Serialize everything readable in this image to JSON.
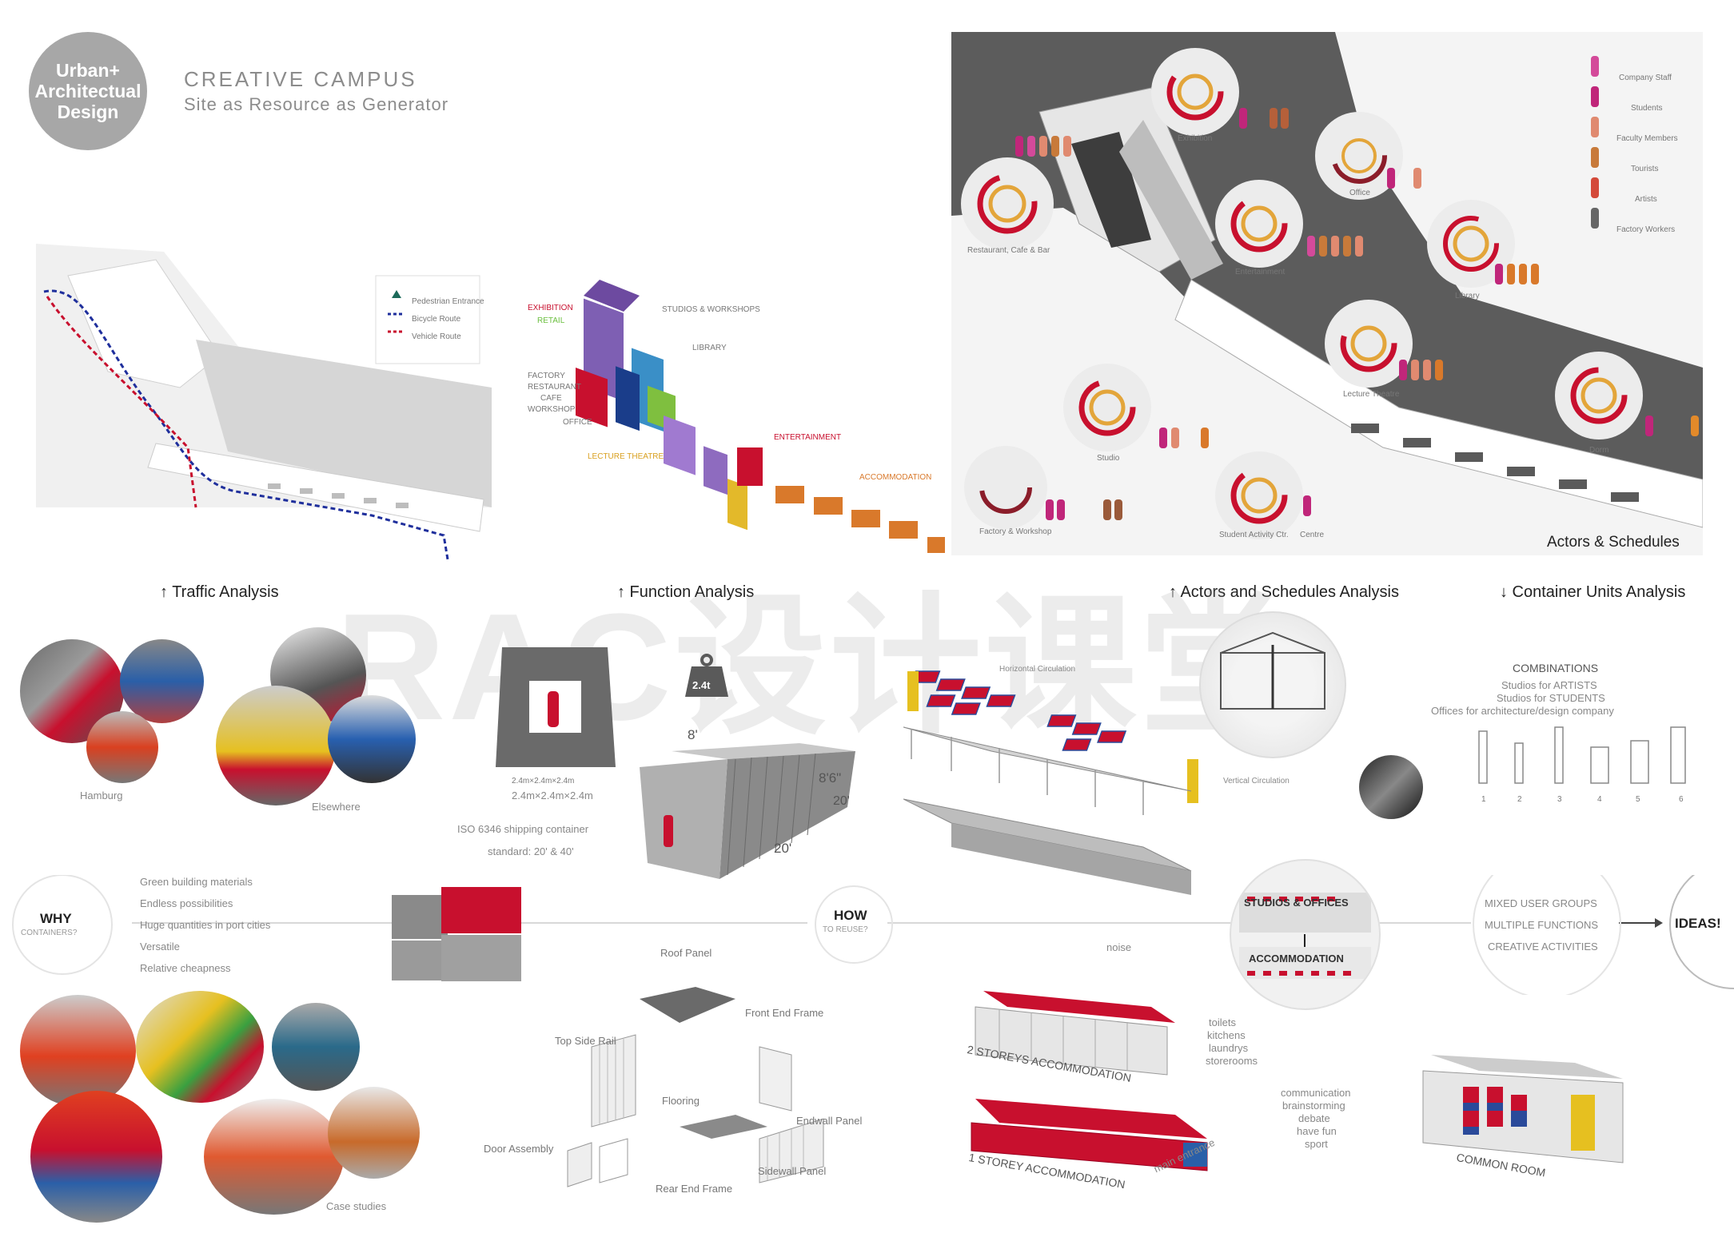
{
  "header": {
    "logo_line1": "Urban+",
    "logo_line2": "Architectual",
    "logo_line3": "Design",
    "title": "CREATIVE  CAMPUS",
    "subtitle": "Site  as  Resource  as  Generator"
  },
  "captions": {
    "traffic": "↑ Traffic Analysis",
    "function": "↑ Function Analysis",
    "actors": "↑ Actors and Schedules Analysis",
    "containers": "↓ Container Units Analysis",
    "actors_map": "Actors & Schedules"
  },
  "traffic_legend": [
    "Pedestrian Entrance",
    "Bicycle Route",
    "Vehicle Route"
  ],
  "function_labels": {
    "exhibition": "EXHIBITION",
    "retail": "RETAIL",
    "studios": "STUDIOS & WORKSHOPS",
    "library": "LIBRARY",
    "factory": "FACTORY",
    "restaurant": "RESTAURANT",
    "cafe": "CAFE",
    "workshop": "WORKSHOP",
    "office": "OFFICE",
    "lecture": "LECTURE THEATRE",
    "entertainment": "ENTERTAINMENT",
    "accommodation": "ACCOMMODATION"
  },
  "actors_nodes": [
    "Exhibition",
    "Office",
    "Restaurant, Cafe & Bar",
    "Entertainment",
    "Library",
    "Lecture Theatre",
    "Studio",
    "Dorm",
    "Factory & Workshop",
    "Student Activity Ctr.",
    "Centre"
  ],
  "actors_legend": [
    "Company Staff",
    "Students",
    "Faculty Members",
    "Tourists",
    "Artists",
    "Factory Workers"
  ],
  "container_section": {
    "hamburg": "Hamburg",
    "elsewhere": "Elsewhere",
    "size_label": "2.4m×2.4m×2.4m",
    "dims": "2.4m×2.4m×2.4m",
    "weight": "2.4t",
    "iso": "ISO 6346 shipping container",
    "standard": "standard: 20' & 40'",
    "dim_8": "8'",
    "dim_86": "8'6\"",
    "dim_20a": "20'",
    "dim_20b": "20'",
    "horizontal": "Horizontal Circulation",
    "vertical": "Vertical Circulation",
    "combinations": "COMBINATIONS",
    "comb1": "Studios for ARTISTS",
    "comb2": "Studios for STUDENTS",
    "comb3": "Offices for architecture/design company",
    "comb_numbers": [
      "1",
      "2",
      "3",
      "4",
      "5",
      "6"
    ]
  },
  "why": {
    "title": "WHY",
    "sub": "CONTAINERS?",
    "reasons": [
      "Green building materials",
      "Endless possibilities",
      "Huge quantities in port cities",
      "Versatile",
      "Relative cheapness"
    ]
  },
  "how": {
    "title": "HOW",
    "sub": "TO REUSE?"
  },
  "parts": [
    "Roof Panel",
    "Top Side Rail",
    "Front End Frame",
    "Endwall Panel",
    "Flooring",
    "Sidewall Panel",
    "Rear End Frame",
    "Door Assembly"
  ],
  "stack": {
    "studios": "STUDIOS & OFFICES",
    "accommodation": "ACCOMMODATION",
    "noise": "noise",
    "two_storey": "2 STOREYS ACCOMMODATION",
    "one_storey": "1 STOREY ACCOMMODATION",
    "main_entrance": "main entrance",
    "facilities": [
      "toilets",
      "kitchens",
      "laundrys",
      "storerooms"
    ],
    "common_activities": [
      "communication",
      "brainstorming",
      "debate",
      "have fun",
      "sport"
    ],
    "common_room": "COMMON ROOM"
  },
  "mixed": [
    "MIXED USER GROUPS",
    "MULTIPLE FUNCTIONS",
    "CREATIVE ACTIVITIES"
  ],
  "ideas": "IDEAS!",
  "case_studies": "Case studies",
  "watermark": "RAC设计课堂",
  "colors": {
    "accent_red": "#c8102e",
    "accent_orange": "#d9792b",
    "grey": "#6e6e6e",
    "light_grey": "#d9d9d9"
  }
}
